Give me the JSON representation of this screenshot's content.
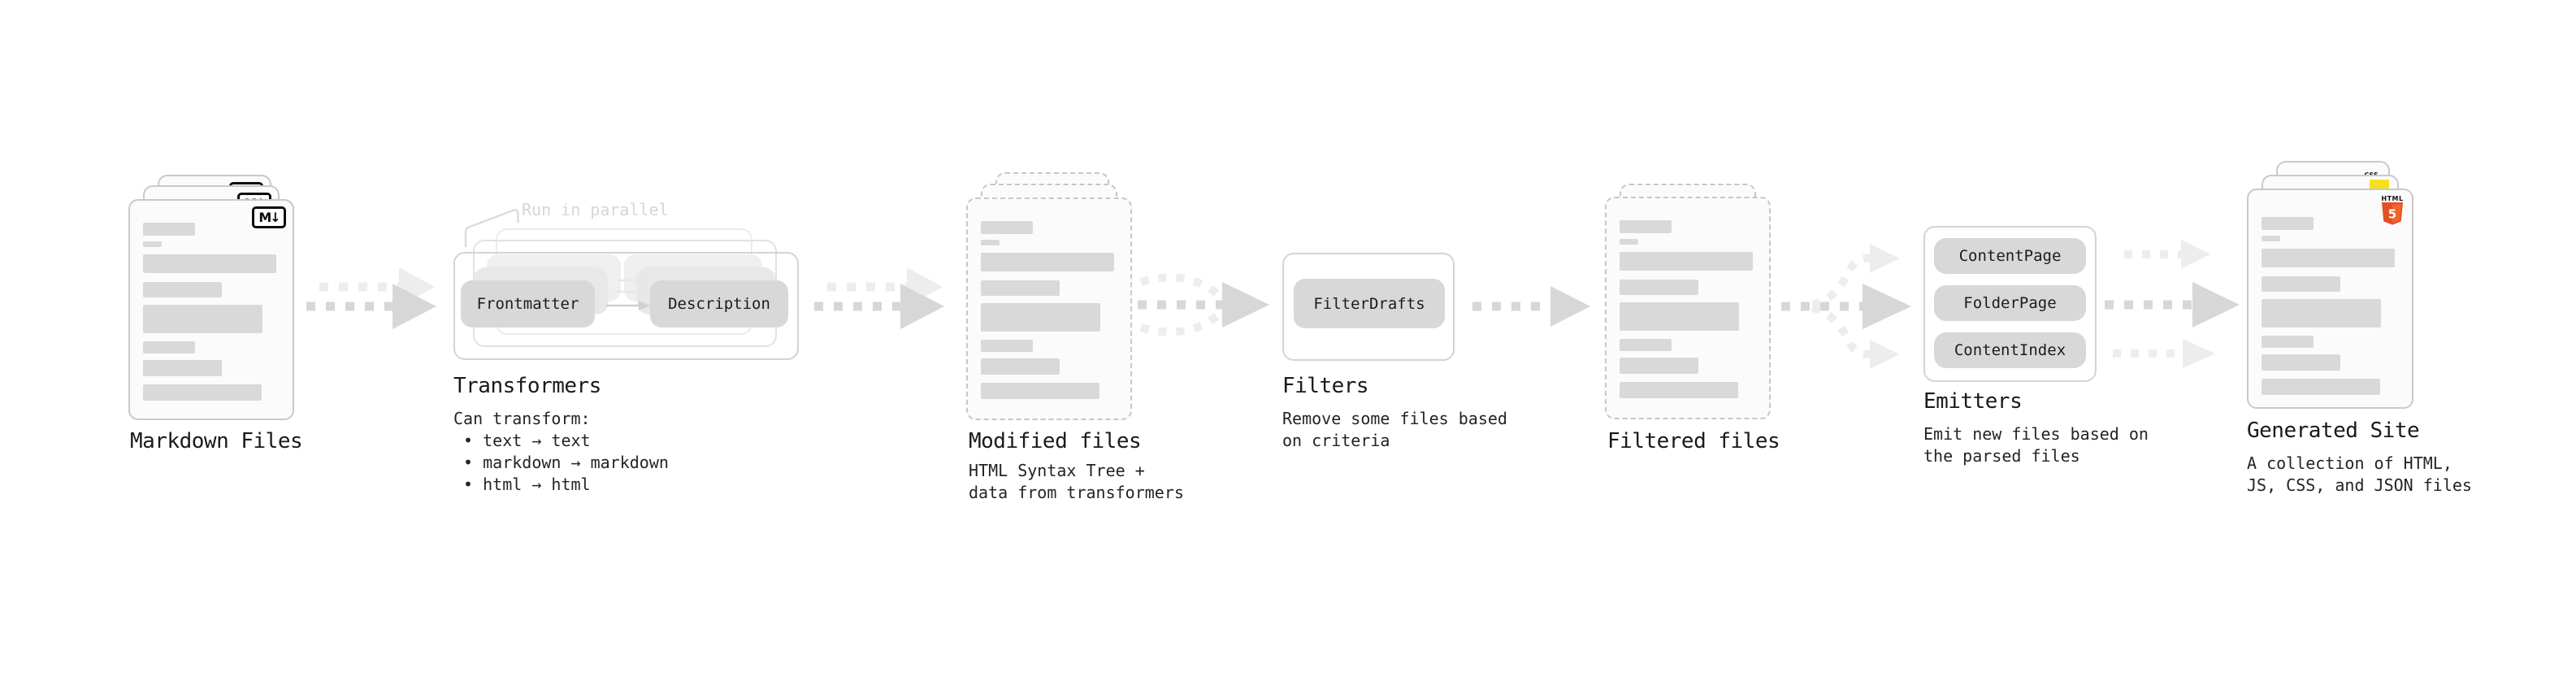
{
  "colors": {
    "accent_html5": "#e34f26",
    "accent_html5_light": "#f16529",
    "accent_js": "#f7df1e",
    "accent_css": "#2862e9",
    "arrow_dark": "#d7d7d7",
    "arrow_light": "#ededed"
  },
  "stages": {
    "markdown_files": {
      "title": "Markdown Files",
      "badge": "M↓"
    },
    "transformers": {
      "title": "Transformers",
      "note": "Run in parallel",
      "plugins": [
        "Frontmatter",
        "Description"
      ],
      "description": "Can transform:\n • text → text\n • markdown → markdown\n • html → html"
    },
    "modified_files": {
      "title": "Modified files",
      "description": "HTML Syntax Tree +\ndata from transformers"
    },
    "filters": {
      "title": "Filters",
      "plugins": [
        "FilterDrafts"
      ],
      "description": "Remove some files based\non criteria"
    },
    "filtered_files": {
      "title": "Filtered files"
    },
    "emitters": {
      "title": "Emitters",
      "plugins": [
        "ContentPage",
        "FolderPage",
        "ContentIndex"
      ],
      "description": "Emit new files based on\nthe parsed files"
    },
    "generated_site": {
      "title": "Generated Site",
      "description": "A collection of HTML,\nJS, CSS, and JSON files",
      "badges": {
        "css": "CSS",
        "html_word": "HTML",
        "html_digit": "5"
      }
    }
  }
}
